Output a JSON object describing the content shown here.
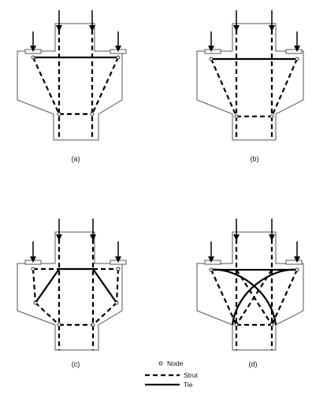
{
  "panels": [
    {
      "id": "a",
      "label": "(a)"
    },
    {
      "id": "b",
      "label": "(b)"
    },
    {
      "id": "c",
      "label": "(c)"
    },
    {
      "id": "d",
      "label": "(d)"
    }
  ],
  "legend": {
    "node": "Node",
    "strut": "Strut",
    "tie": "Tie"
  },
  "colors": {
    "outline": "#555555",
    "member": "#000000",
    "background": "#ffffff"
  }
}
